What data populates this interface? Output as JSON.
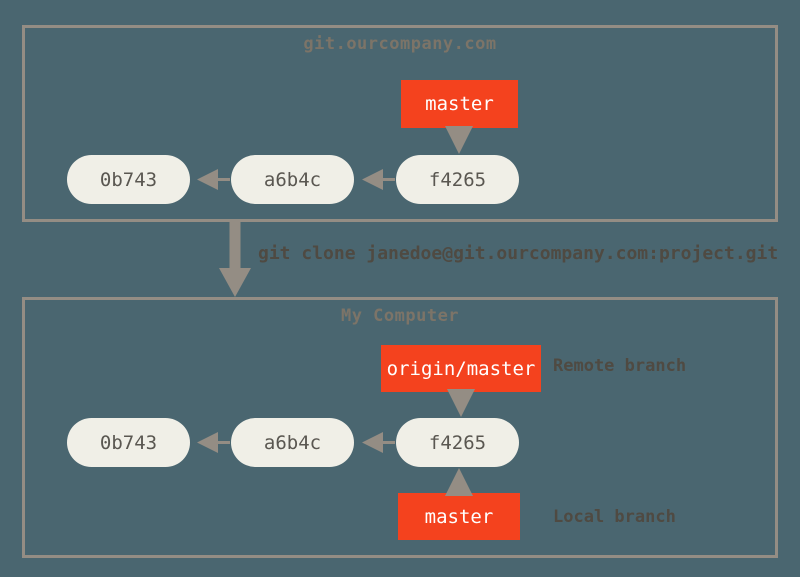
{
  "diagram": {
    "title": "git clone remote/local branch diagram",
    "background_color": "#4a6670",
    "panel_border_color": "#948d84",
    "commit_node_color": "#f0efe7",
    "branch_box_color": "#f4421e",
    "arrow_color": "#948d84",
    "text_color": "#4f4a42",
    "panel_title_color": "#7c7468"
  },
  "server_panel": {
    "title": "git.ourcompany.com",
    "branch": {
      "label": "master"
    },
    "commits": [
      {
        "id": "0b743"
      },
      {
        "id": "a6b4c"
      },
      {
        "id": "f4265"
      }
    ]
  },
  "clone_command": {
    "text": "git clone janedoe@git.ourcompany.com:project.git"
  },
  "local_panel": {
    "title": "My Computer",
    "remote_branch": {
      "label": "origin/master"
    },
    "local_branch": {
      "label": "master"
    },
    "remote_branch_annotation": "Remote branch",
    "local_branch_annotation": "Local branch",
    "commits": [
      {
        "id": "0b743"
      },
      {
        "id": "a6b4c"
      },
      {
        "id": "f4265"
      }
    ]
  }
}
